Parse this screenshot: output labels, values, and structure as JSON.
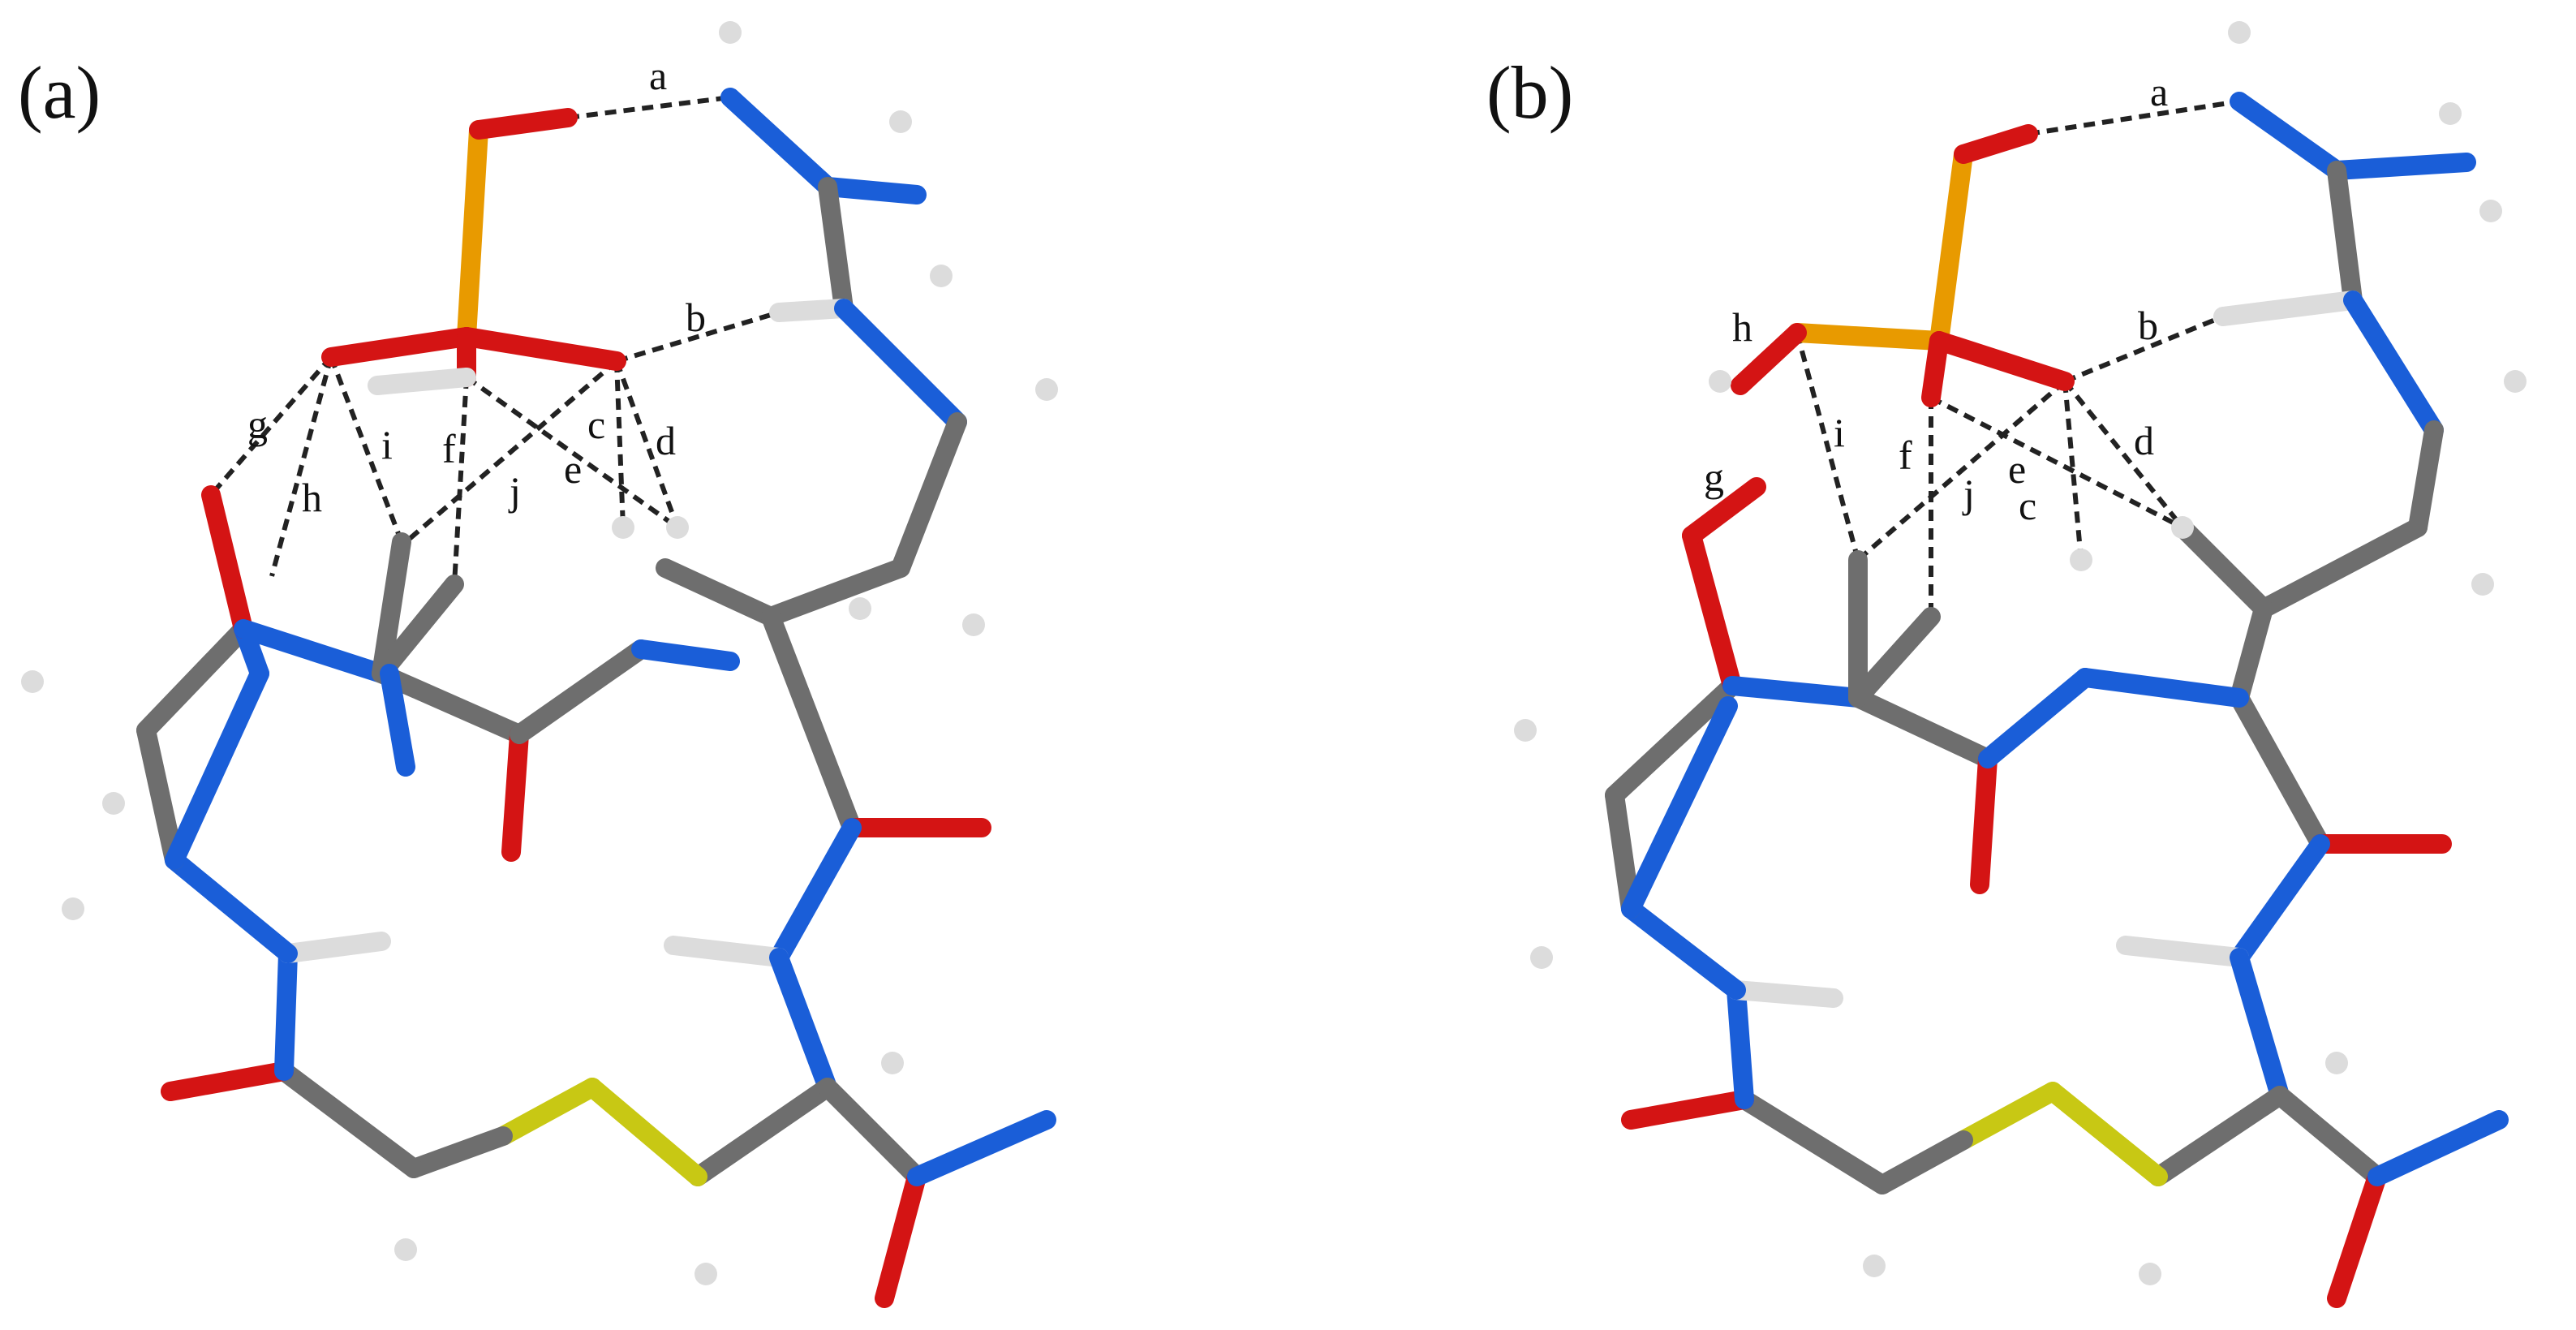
{
  "panels": [
    {
      "label": "(a)",
      "hbond_labels": [
        "a",
        "b",
        "c",
        "d",
        "e",
        "f",
        "g",
        "h",
        "i",
        "j"
      ]
    },
    {
      "label": "(b)",
      "hbond_labels": [
        "a",
        "b",
        "c",
        "d",
        "e",
        "f",
        "g",
        "h",
        "i",
        "j"
      ]
    }
  ],
  "atom_colors": {
    "carbon": "#6e6e6e",
    "hydrogen": "#dcdcdc",
    "nitrogen": "#1a5ed8",
    "oxygen": "#d41414",
    "phosphorus": "#e89a00",
    "sulfur": "#c8c814"
  }
}
